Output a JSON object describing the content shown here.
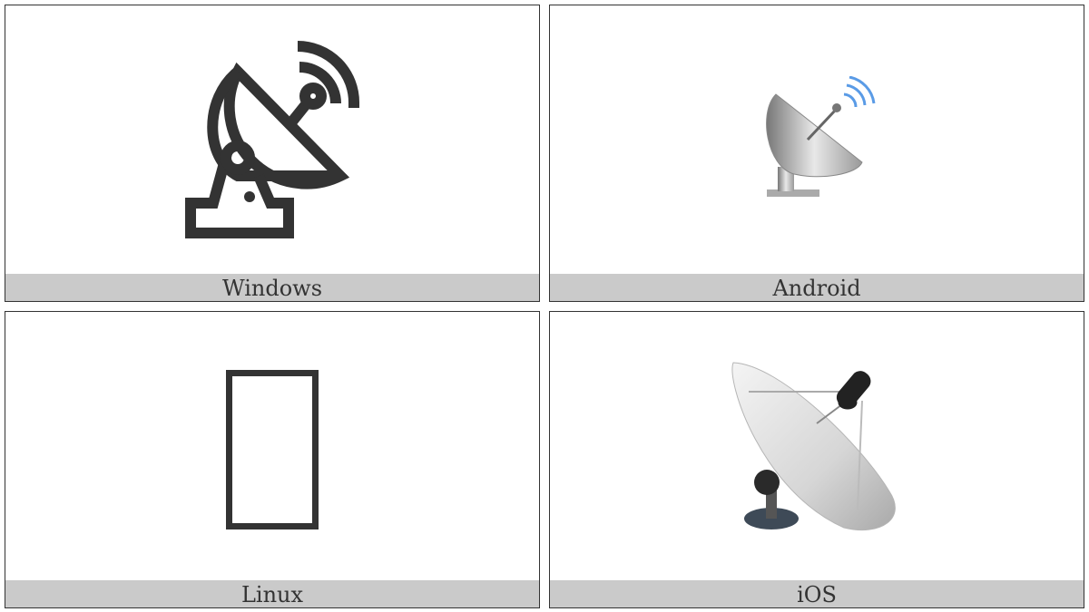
{
  "panels": [
    {
      "platform": "Windows",
      "icon": "satellite-antenna-outline"
    },
    {
      "platform": "Android",
      "icon": "satellite-antenna-color"
    },
    {
      "platform": "Linux",
      "icon": "missing-glyph-box"
    },
    {
      "platform": "iOS",
      "icon": "satellite-antenna-color"
    }
  ]
}
